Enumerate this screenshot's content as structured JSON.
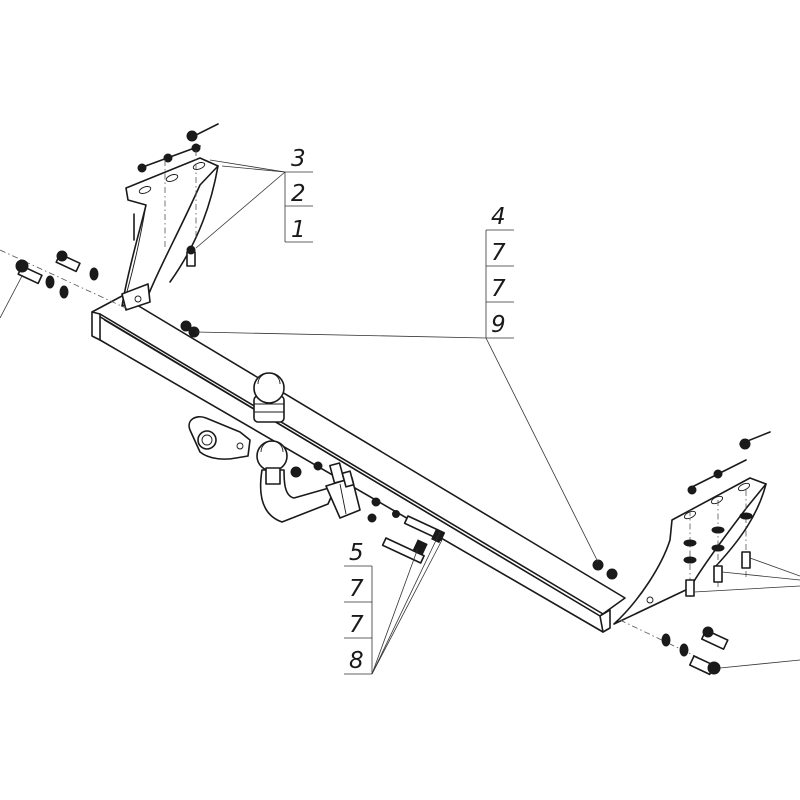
{
  "callouts": {
    "top_left": [
      "3",
      "2",
      "1"
    ],
    "center": [
      "4",
      "7",
      "7",
      "9"
    ],
    "bottom": [
      "5",
      "7",
      "7",
      "8"
    ]
  }
}
